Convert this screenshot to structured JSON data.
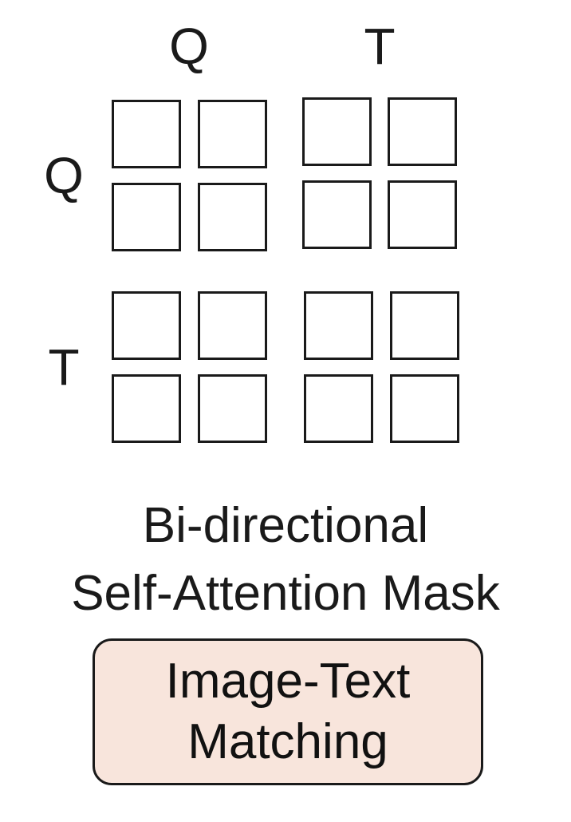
{
  "matrix": {
    "column_labels": [
      "Q",
      "T"
    ],
    "row_labels": [
      "Q",
      "T"
    ],
    "cells_per_block_side": 2,
    "mask_type": "bi-directional (all cells unmasked/empty)"
  },
  "caption": {
    "line1": "Bi-directional",
    "line2": "Self-Attention Mask"
  },
  "task": {
    "line1": "Image-Text",
    "line2": "Matching",
    "fill_color": "#f8e5dc"
  }
}
